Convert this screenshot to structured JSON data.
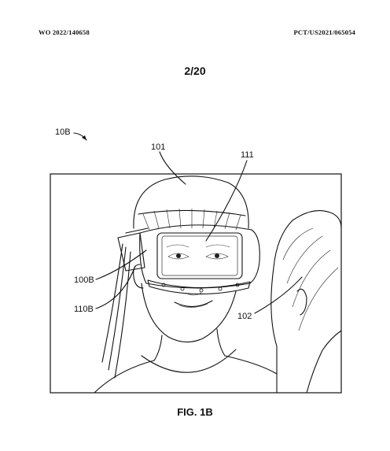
{
  "header": {
    "publication_number": "WO 2022/140658",
    "application_number": "PCT/US2021/065054"
  },
  "sheet_label": "2/20",
  "figure_label": "FIG. 1B",
  "reference_labels": {
    "system": "10B",
    "user_head": "101",
    "display": "111",
    "headset": "100B",
    "strap": "110B",
    "observer": "102"
  }
}
